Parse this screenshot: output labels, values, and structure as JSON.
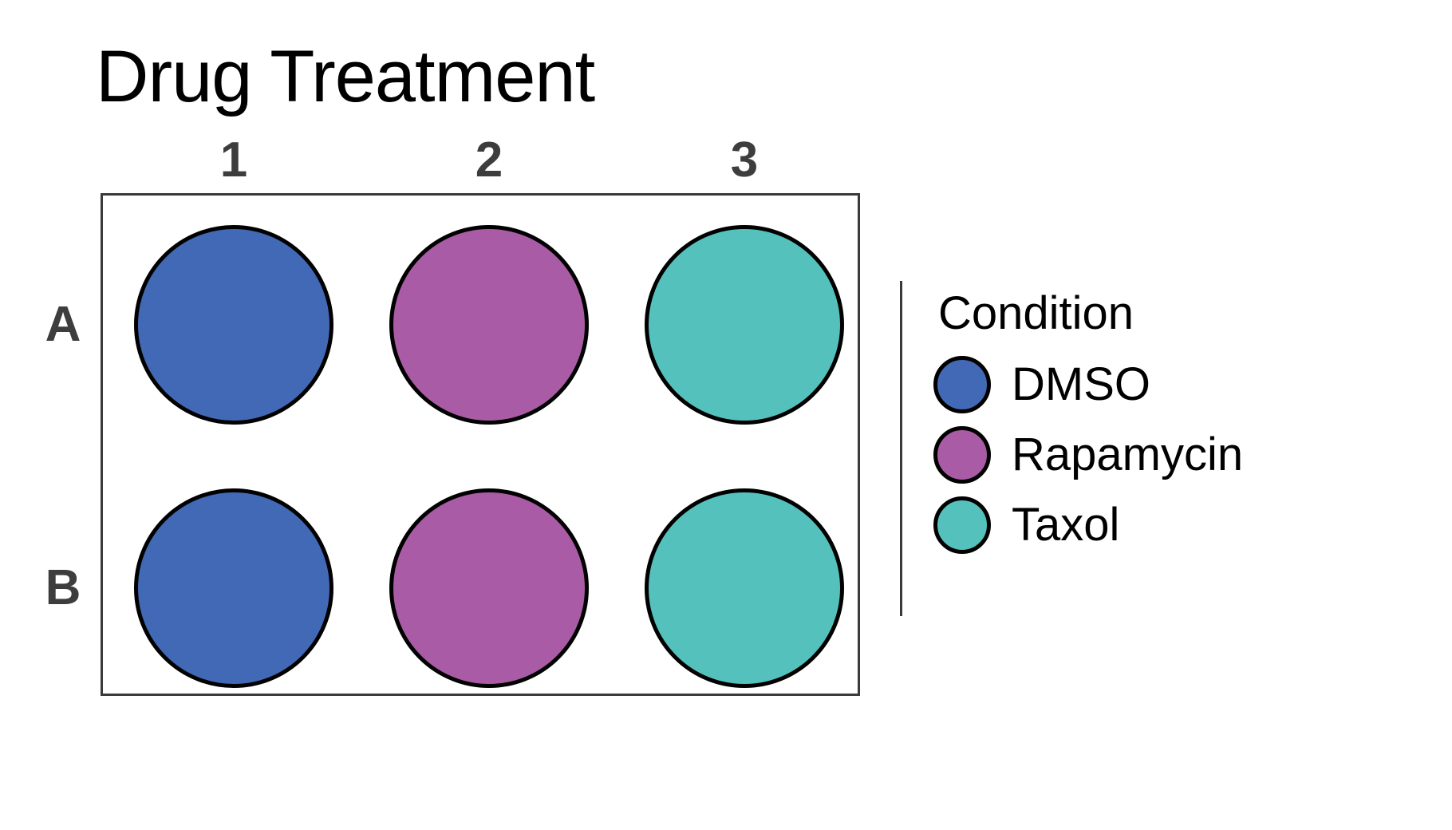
{
  "chart_data": {
    "type": "table",
    "title": "Drug Treatment",
    "subtitle": "",
    "xlabel": "",
    "ylabel": "",
    "grid": false,
    "legend_position": "right",
    "plate_format": "2 rows x 3 columns",
    "columns": [
      "1",
      "2",
      "3"
    ],
    "rows": [
      "A",
      "B"
    ],
    "legend": {
      "title": "Condition",
      "entries": [
        {
          "label": "DMSO",
          "color": "#4269b5"
        },
        {
          "label": "Rapamycin",
          "color": "#aa5ba5"
        },
        {
          "label": "Taxol",
          "color": "#55c1bd"
        }
      ]
    },
    "wells": [
      {
        "id": "A1",
        "row": "A",
        "col": "1",
        "condition": "DMSO",
        "color": "#4269b5"
      },
      {
        "id": "A2",
        "row": "A",
        "col": "2",
        "condition": "Rapamycin",
        "color": "#aa5ba5"
      },
      {
        "id": "A3",
        "row": "A",
        "col": "3",
        "condition": "Taxol",
        "color": "#55c1bd"
      },
      {
        "id": "B1",
        "row": "B",
        "col": "1",
        "condition": "DMSO",
        "color": "#4269b5"
      },
      {
        "id": "B2",
        "row": "B",
        "col": "2",
        "condition": "Rapamycin",
        "color": "#aa5ba5"
      },
      {
        "id": "B3",
        "row": "B",
        "col": "3",
        "condition": "Taxol",
        "color": "#55c1bd"
      }
    ]
  },
  "colors": {
    "dmso": "#4269b5",
    "rapamycin": "#aa5ba5",
    "taxol": "#55c1bd",
    "outline": "#000000",
    "frame": "#3a3a3a",
    "header_text": "#3d3d3d",
    "title_text": "#000000",
    "background": "#ffffff"
  },
  "geometry": {
    "col_x": [
      168,
      488,
      808
    ],
    "row_y": [
      282,
      612
    ],
    "well_size": 250
  }
}
